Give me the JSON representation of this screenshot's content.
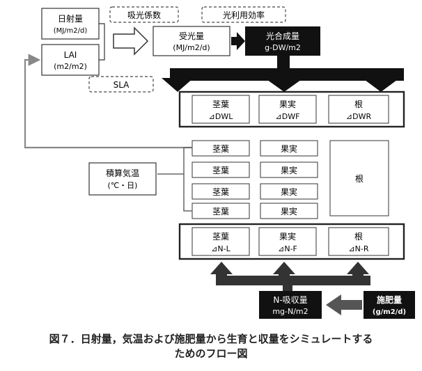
{
  "boxes": {
    "solar_radiation": {
      "title": "日射量",
      "unit": "(MJ/m2/d)"
    },
    "absorption_coefficient": "吸光係数",
    "light_use_efficiency": "光利用効率",
    "lai": {
      "title": "LAI",
      "unit": "(m2/m2)"
    },
    "received_light": {
      "title": "受光量",
      "unit": "(MJ/m2/d)"
    },
    "photosynthesis": {
      "title": "光合成量",
      "unit": "g-DW/m2"
    },
    "sla": "SLA",
    "growth_partition": [
      {
        "name": "茎葉",
        "label": "⊿DWL"
      },
      {
        "name": "果実",
        "label": "⊿DWF"
      },
      {
        "name": "根",
        "label": "⊿DWR"
      }
    ],
    "stem_leaf_column": [
      "茎葉",
      "茎葉",
      "茎葉",
      "茎葉"
    ],
    "fruit_column": [
      "果実",
      "果実",
      "果実",
      "果実"
    ],
    "root_box": "根",
    "accumulated_temperature": {
      "title": "積算気温",
      "unit": "(℃・日)"
    },
    "nitrogen_partition": [
      {
        "name": "茎葉",
        "label": "⊿N-L"
      },
      {
        "name": "果実",
        "label": "⊿N-F"
      },
      {
        "name": "根",
        "label": "⊿N-R"
      }
    ],
    "n_uptake": {
      "title": "N-吸収量",
      "unit": "mg-N/m2"
    },
    "fertilizer": {
      "title": "施肥量",
      "unit": "(g/m2/d)"
    }
  },
  "caption": {
    "line1": "図７．日射量，気温および施肥量から生育と収量をシミュレートする",
    "line2": "ためのフロー図"
  }
}
